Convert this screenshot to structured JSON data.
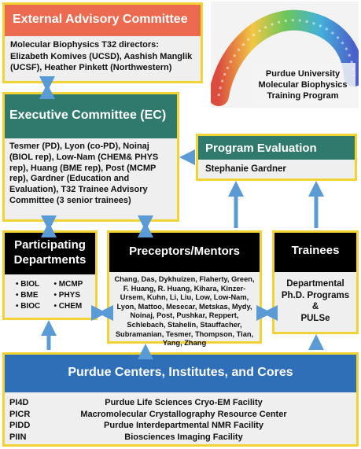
{
  "colors": {
    "border": "#f2d335",
    "external_header": "#ec6a4f",
    "executive_header": "#2f7a6d",
    "program_eval_header": "#2f7a6d",
    "dark_header": "#000000",
    "centers_header": "#2e6fb7",
    "box_fill": "#efefef",
    "arrow": "#5b9bd5"
  },
  "external": {
    "title": "External Advisory Committee",
    "body": "Molecular Biophysics T32 directors: Elizabeth Komives (UCSD), Aashish Manglik (UCSF), Heather Pinkett (Northwestern)"
  },
  "logo": {
    "caption_line1": "Purdue University",
    "caption_line2": "Molecular Biophysics",
    "caption_line3": "Training Program"
  },
  "executive": {
    "title": "Executive Committee (EC)",
    "body": "Tesmer (PD), Lyon (co-PD), Noinaj (BIOL rep), Low-Nam (CHEM& PHYS rep), Huang (BME rep), Post (MCMP rep), Gardner (Education and Evaluation), T32 Trainee Advisory Committee (3 senior trainees)"
  },
  "program_eval": {
    "title": "Program Evaluation",
    "body": "Stephanie Gardner"
  },
  "departments": {
    "title_line1": "Participating",
    "title_line2": "Departments",
    "items": [
      "• BIOL",
      "• MCMP",
      "• BME",
      "• PHYS",
      "• BIOC",
      "• CHEM"
    ]
  },
  "preceptors": {
    "title": "Preceptors/Mentors",
    "body": "Chang, Das, Dykhuizen, Flaherty, Green, F. Huang, R. Huang, Kihara, Kinzer-Ursem, Kuhn, Li, Liu, Low, Low-Nam, Lyon, Mattoo, Mesecar, Metskas, Mydy, Noinaj, Post, Pushkar, Reppert, Schlebach, Stahelin, Stauffacher, Subramanian, Tesmer, Thompson, Tian, Yang, Zhang"
  },
  "trainees": {
    "title": "Trainees",
    "line1": "Departmental",
    "line2": "Ph.D. Programs",
    "line3": "&",
    "line4": "PULSe"
  },
  "centers": {
    "title": "Purdue Centers, Institutes, and Cores",
    "rows": [
      {
        "code": "PI4D",
        "name": "Purdue Life Sciences Cryo-EM Facility"
      },
      {
        "code": "PICR",
        "name": "Macromolecular Crystallography Resource Center"
      },
      {
        "code": "PIDD",
        "name": "Purdue Interdepartmental NMR Facility"
      },
      {
        "code": "PIIN",
        "name": "Biosciences Imaging Facility"
      }
    ]
  }
}
